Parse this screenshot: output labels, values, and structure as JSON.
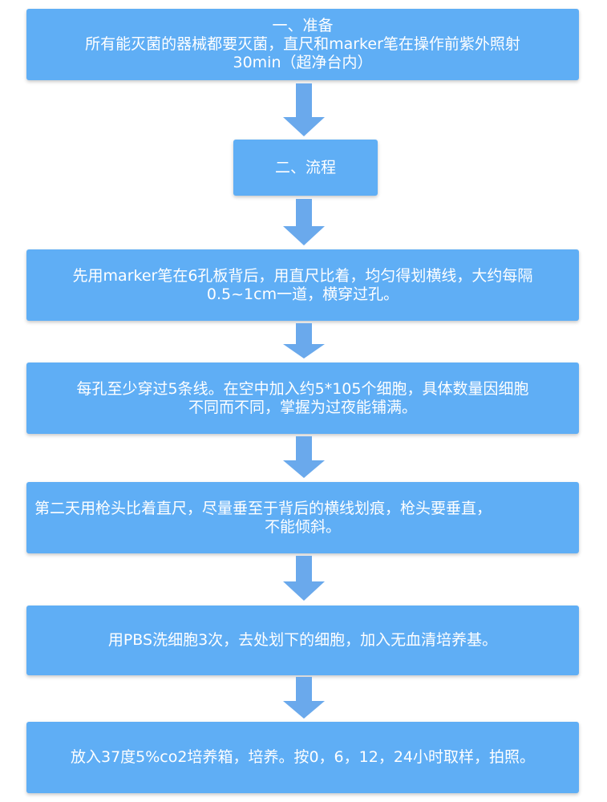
{
  "steps": [
    {
      "lines": [
        "一、准备",
        "所有能灭菌的器械都要灭菌，直尺和marker笔在操作前紫外照射",
        "30min（超净台内）"
      ]
    },
    {
      "lines": [
        "二、流程"
      ]
    },
    {
      "lines": [
        "先用marker笔在6孔板背后，用直尺比着，均匀得划横线，大约每隔",
        "0.5~1cm一道，横穿过孔。"
      ]
    },
    {
      "lines": [
        "每孔至少穿过5条线。在空中加入约5*105个细胞，具体数量因细胞",
        "不同而不同，掌握为过夜能铺满。"
      ]
    },
    {
      "lines": [
        "第二天用枪头比着直尺，尽量垂至于背后的横线划痕，枪头要垂直，",
        "不能倾斜。"
      ]
    },
    {
      "lines": [
        "用PBS洗细胞3次，去处划下的细胞，加入无血清培养基。"
      ]
    },
    {
      "lines": [
        "放入37度5%co2培养箱，培养。按0，6，12，24小时取样，拍照。"
      ]
    }
  ],
  "colors": {
    "box_fill": "#5faef5",
    "box_text": "#ffffff",
    "arrow_fill": "#6aa9ec"
  }
}
